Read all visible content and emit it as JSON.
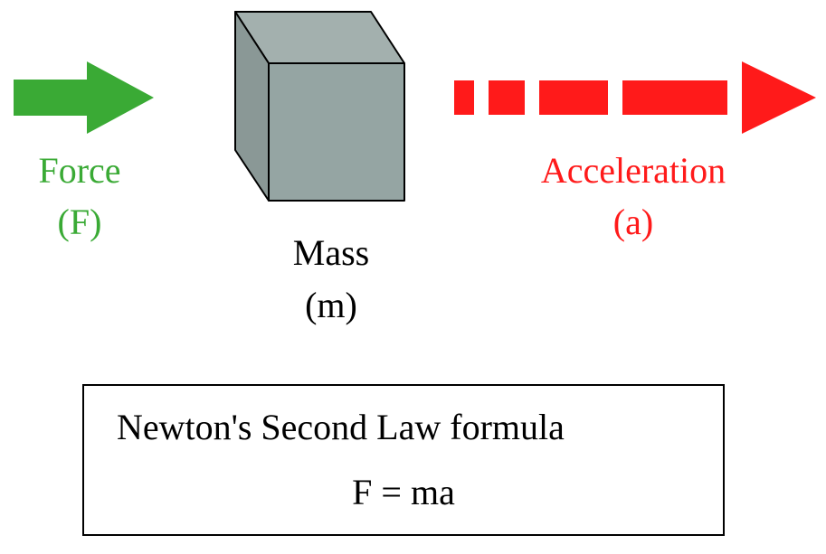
{
  "colors": {
    "force": "#3aaa35",
    "acceleration": "#ff1a1a",
    "mass_front": "#95a5a3",
    "mass_top": "#a3b0ae",
    "mass_side": "#8a9896",
    "outline": "#000000"
  },
  "force": {
    "label": "Force",
    "symbol": "(F)"
  },
  "mass": {
    "label": "Mass",
    "symbol": "(m)"
  },
  "acceleration": {
    "label": "Acceleration",
    "symbol": "(a)"
  },
  "formula": {
    "title": "Newton's Second Law formula",
    "equation": "F = ma"
  }
}
